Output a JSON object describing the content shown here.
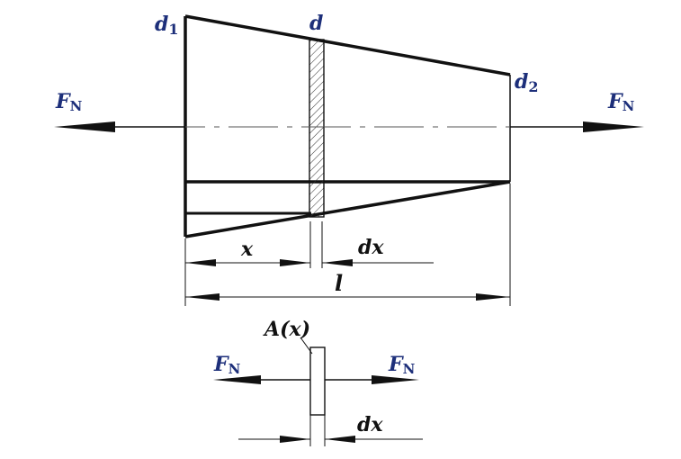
{
  "labels": {
    "d1_main": "d",
    "d1_sub": "1",
    "d": "d",
    "d2_main": "d",
    "d2_sub": "2",
    "fn_main": "F",
    "fn_sub": "N",
    "x": "x",
    "dx": "dx",
    "l": "l",
    "ax": "A(x)"
  },
  "colors": {
    "label_blue": "#1d2f7a",
    "line": "#111111",
    "hatch": "#333333"
  }
}
